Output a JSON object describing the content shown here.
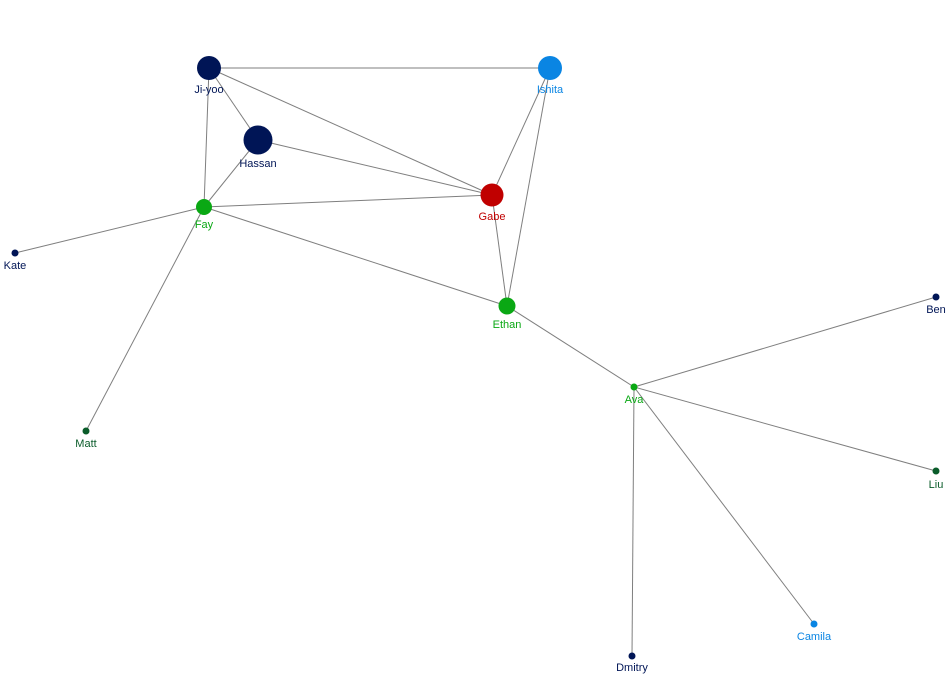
{
  "graph": {
    "colors": {
      "navy": "#001556",
      "blue": "#0a85e3",
      "red": "#c00000",
      "green": "#0aa814",
      "dark_green": "#0a5c2a",
      "edge": "#7f7f7f"
    },
    "nodes": [
      {
        "id": "ji-yoo",
        "label": "Ji-yoo",
        "color": "navy"
      },
      {
        "id": "ishita",
        "label": "Ishita",
        "color": "blue"
      },
      {
        "id": "hassan",
        "label": "Hassan",
        "color": "navy"
      },
      {
        "id": "gabe",
        "label": "Gabe",
        "color": "red"
      },
      {
        "id": "fay",
        "label": "Fay",
        "color": "green"
      },
      {
        "id": "kate",
        "label": "Kate",
        "color": "navy"
      },
      {
        "id": "ethan",
        "label": "Ethan",
        "color": "green"
      },
      {
        "id": "ben",
        "label": "Ben",
        "color": "navy"
      },
      {
        "id": "ava",
        "label": "Ava",
        "color": "green"
      },
      {
        "id": "matt",
        "label": "Matt",
        "color": "dark_green"
      },
      {
        "id": "liu",
        "label": "Liu",
        "color": "dark_green"
      },
      {
        "id": "camila",
        "label": "Camila",
        "color": "blue"
      },
      {
        "id": "dmitry",
        "label": "Dmitry",
        "color": "navy"
      }
    ],
    "edges": [
      [
        "ji-yoo",
        "ishita"
      ],
      [
        "ji-yoo",
        "hassan"
      ],
      [
        "ji-yoo",
        "gabe"
      ],
      [
        "ji-yoo",
        "fay"
      ],
      [
        "ishita",
        "gabe"
      ],
      [
        "ishita",
        "ethan"
      ],
      [
        "hassan",
        "gabe"
      ],
      [
        "hassan",
        "fay"
      ],
      [
        "gabe",
        "fay"
      ],
      [
        "gabe",
        "ethan"
      ],
      [
        "fay",
        "kate"
      ],
      [
        "fay",
        "matt"
      ],
      [
        "fay",
        "ethan"
      ],
      [
        "ethan",
        "ava"
      ],
      [
        "ava",
        "ben"
      ],
      [
        "ava",
        "liu"
      ],
      [
        "ava",
        "camila"
      ],
      [
        "ava",
        "dmitry"
      ]
    ]
  }
}
